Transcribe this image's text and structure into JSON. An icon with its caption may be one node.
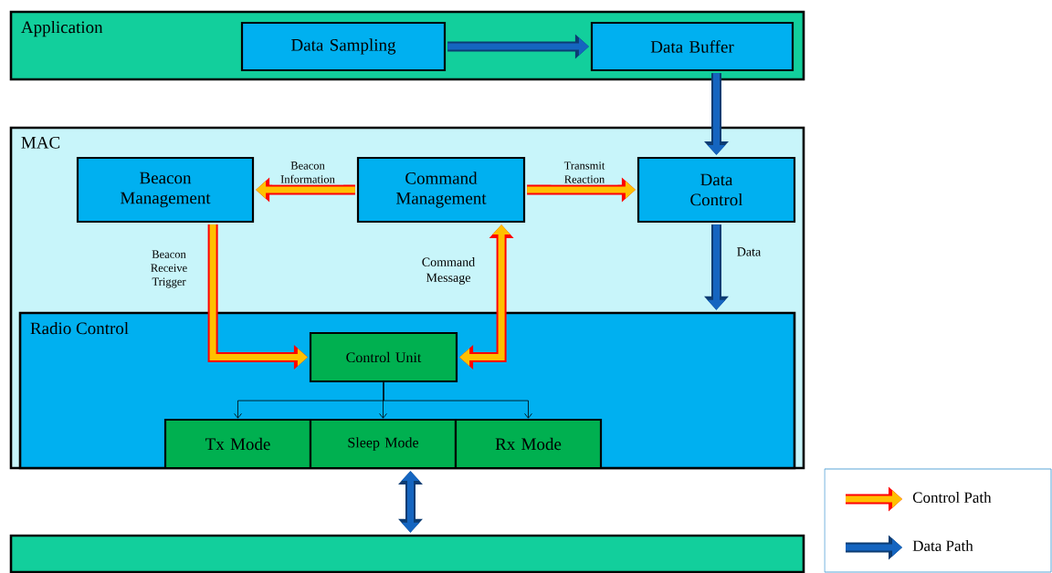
{
  "diagram": {
    "nodes": [
      {
        "text": [
          "Application"
        ]
      },
      {
        "text": [
          "Data Sampling"
        ],
        "in": 0
      },
      {
        "text": [
          "Data Buffer"
        ],
        "in": 0
      },
      {
        "text": [
          "MAC"
        ]
      },
      {
        "text": [
          "Beacon Management"
        ],
        "in": 3
      },
      {
        "text": [
          "Command Management"
        ],
        "in": 3
      },
      {
        "text": [
          "Data Control"
        ],
        "in": 3
      },
      {
        "text": [
          "Radio Control"
        ],
        "in": 3
      },
      {
        "text": [
          "Control Unit"
        ],
        "in": 7
      },
      {
        "text": [
          "Tx Mode"
        ],
        "in": 7
      },
      {
        "text": [
          "Sleep Mode"
        ],
        "in": 7
      },
      {
        "text": [
          "Rx Mode"
        ],
        "in": 7
      },
      {
        "text": [],
        "shape": "bar"
      }
    ],
    "edges": [
      {
        "from": 1,
        "to": 2,
        "arrow": "to",
        "color": "#1565c0"
      },
      {
        "from": 2,
        "to": 6,
        "arrow": "to",
        "color": "#1565c0"
      },
      {
        "from": 5,
        "to": 4,
        "arrow": "to",
        "label": "Beacon Information",
        "color": "#ffc000"
      },
      {
        "from": 5,
        "to": 6,
        "arrow": "to",
        "label": "Transmit Reaction",
        "color": "#ffc000"
      },
      {
        "from": 6,
        "to": 7,
        "arrow": "to",
        "label": "Data",
        "color": "#1565c0"
      },
      {
        "from": 4,
        "to": 8,
        "arrow": "to",
        "label": "Beacon Receive Trigger",
        "color": "#ffc000"
      },
      {
        "from": 8,
        "to": 5,
        "arrow": "both",
        "label": "Command Message",
        "color": "#ffc000"
      },
      {
        "from": 8,
        "to": 9,
        "arrow": "to",
        "color": "#000000"
      },
      {
        "from": 8,
        "to": 10,
        "arrow": "to",
        "color": "#000000"
      },
      {
        "from": 8,
        "to": 11,
        "arrow": "to",
        "color": "#000000"
      },
      {
        "from": 10,
        "to": 12,
        "arrow": "both",
        "color": "#1565c0"
      }
    ],
    "legend": [
      {
        "text": "Control Path"
      },
      {
        "text": "Data Path"
      }
    ]
  }
}
